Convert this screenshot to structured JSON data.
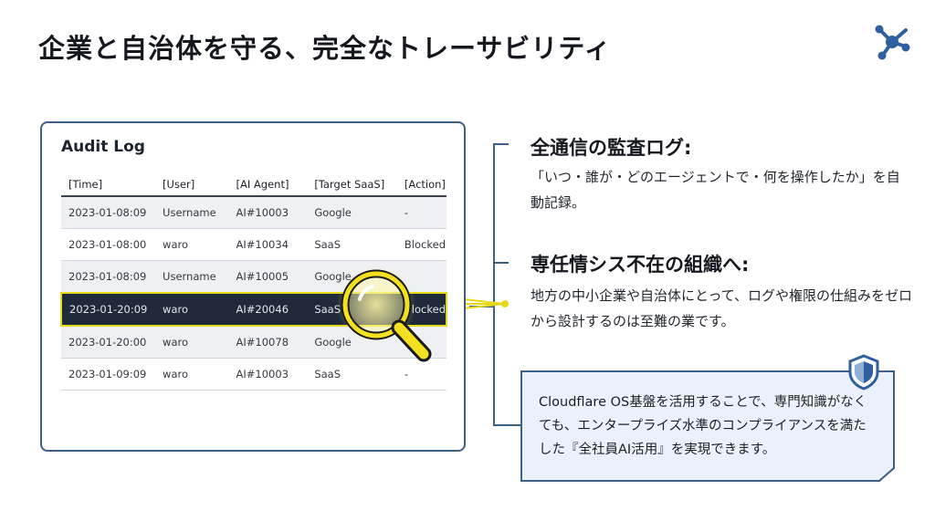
{
  "header": {
    "title": "企業と自治体を守る、完全なトレーサビリティ"
  },
  "icons": {
    "logo": "network-hub-icon",
    "magnifier": "magnifier-icon",
    "shield": "shield-icon"
  },
  "colors": {
    "accent": "#3e5f86",
    "highlight": "#e6d81a",
    "row_dark": "#1e2a3a"
  },
  "audit_log": {
    "title": "Audit Log",
    "columns": [
      "[Time]",
      "[User]",
      "[AI Agent]",
      "[Target SaaS]",
      "[Action]"
    ],
    "rows": [
      [
        "2023-01-08:09",
        "Username",
        "AI#10003",
        "Google",
        "-"
      ],
      [
        "2023-01-08:00",
        "waro",
        "AI#10034",
        "SaaS",
        "Blocked"
      ],
      [
        "2023-01-08:09",
        "Username",
        "AI#10005",
        "Google",
        ""
      ],
      [
        "2023-01-20:09",
        "waro",
        "AI#20046",
        "SaaS",
        "Blocked"
      ],
      [
        "2023-01-20:00",
        "waro",
        "AI#10078",
        "Google",
        ""
      ],
      [
        "2023-01-09:09",
        "waro",
        "AI#10003",
        "SaaS",
        "-"
      ]
    ]
  },
  "points": [
    {
      "heading": "全通信の監査ログ:",
      "text": "「いつ・誰が・どのエージェントで・何を操作したか」を自動記録。"
    },
    {
      "heading": "専任情シス不在の組織へ:",
      "text": "地方の中小企業や自治体にとって、ログや権限の仕組みをゼロから設計するのは至難の業です。"
    }
  ],
  "note": {
    "text": "Cloudflare OS基盤を活用することで、専門知識がなくても、エンタープライズ水準のコンプライアンスを満たした『全社員AI活用』を実現できます。"
  }
}
